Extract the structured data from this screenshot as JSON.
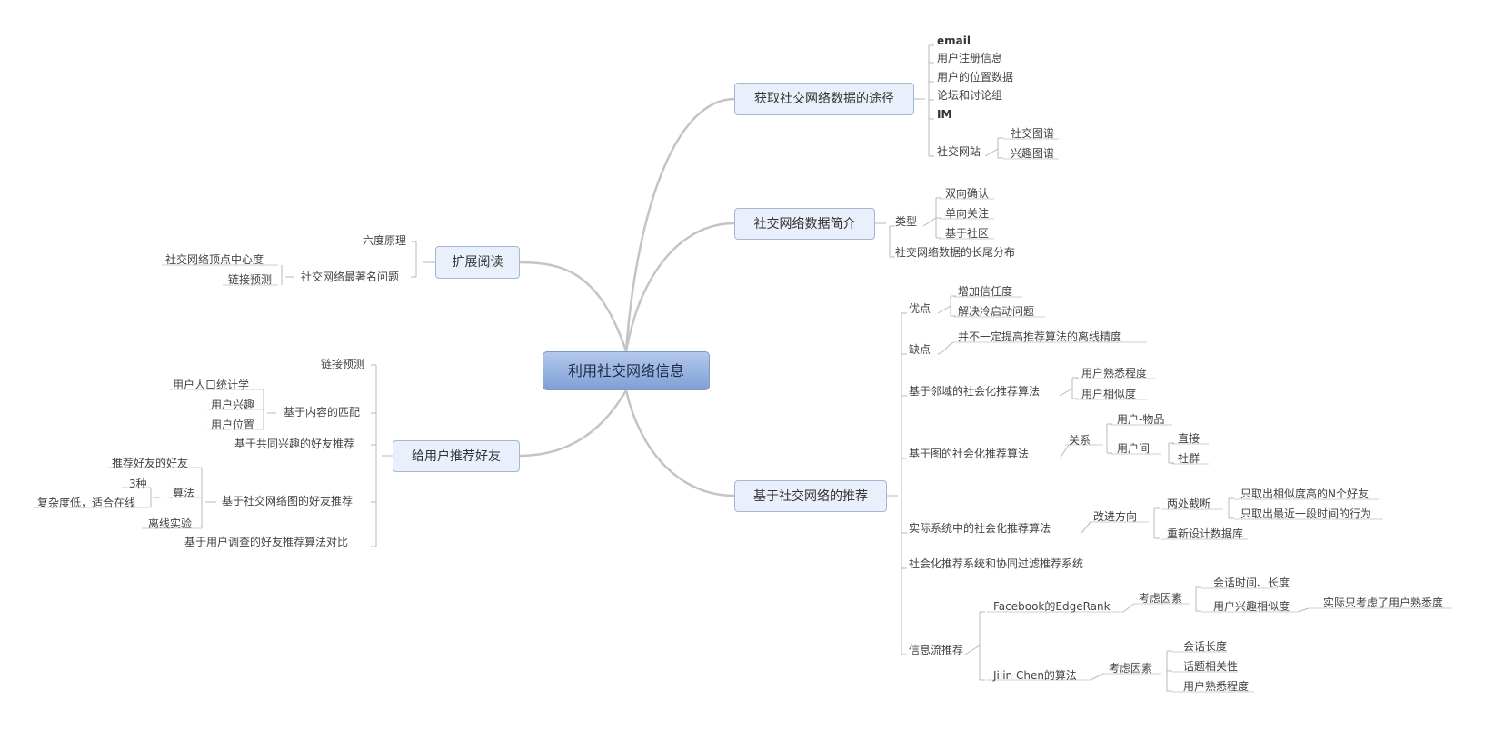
{
  "title": "利用社交网络信息",
  "branches": {
    "access": {
      "label": "获取社交网络数据的途径",
      "items": [
        "email",
        "用户注册信息",
        "用户的位置数据",
        "论坛和讨论组",
        "IM",
        "社交网站"
      ],
      "social_site_children": [
        "社交图谱",
        "兴趣图谱"
      ]
    },
    "intro": {
      "label": "社交网络数据简介",
      "type_label": "类型",
      "types": [
        "双向确认",
        "单向关注",
        "基于社区"
      ],
      "longtail": "社交网络数据的长尾分布"
    },
    "recommend": {
      "label": "基于社交网络的推荐",
      "pros": {
        "label": "优点",
        "items": [
          "增加信任度",
          "解决冷启动问题"
        ]
      },
      "cons": {
        "label": "缺点",
        "items": [
          "并不一定提高推荐算法的离线精度"
        ]
      },
      "neighborhood": {
        "label": "基于邻域的社会化推荐算法",
        "items": [
          "用户熟悉程度",
          "用户相似度"
        ]
      },
      "graph": {
        "label": "基于图的社会化推荐算法",
        "relation": "关系",
        "user_item": "用户-物品",
        "user_user": "用户间",
        "user_user_children": [
          "直接",
          "社群"
        ]
      },
      "realsys": {
        "label": "实际系统中的社会化推荐算法",
        "improve": "改进方向",
        "cut": "两处截断",
        "cut_children": [
          "只取出相似度高的N个好友",
          "只取出最近一段时间的行为"
        ],
        "redesign": "重新设计数据库"
      },
      "cf": "社会化推荐系统和协同过滤推荐系统",
      "feed": {
        "label": "信息流推荐",
        "fb": {
          "label": "Facebook的EdgeRank",
          "factors": "考虑因素",
          "items": [
            "会话时间、长度",
            "用户兴趣相似度"
          ],
          "note": "实际只考虑了用户熟悉度"
        },
        "jc": {
          "label": "Jilin Chen的算法",
          "factors": "考虑因素",
          "items": [
            "会话长度",
            "话题相关性",
            "用户熟悉程度"
          ]
        }
      }
    },
    "reading": {
      "label": "扩展阅读",
      "six": "六度原理",
      "famous": "社交网络最著名问题",
      "famous_children": [
        "社交网络顶点中心度",
        "链接预测"
      ]
    },
    "friends": {
      "label": "给用户推荐好友",
      "link": "链接预测",
      "content": "基于内容的匹配",
      "content_children": [
        "用户人口统计学",
        "用户兴趣",
        "用户位置"
      ],
      "common": "基于共同兴趣的好友推荐",
      "graph": "基于社交网络图的好友推荐",
      "graph_children": {
        "fof": "推荐好友的好友",
        "algo": "算法",
        "algo_children": [
          "3种",
          "复杂度低，适合在线"
        ],
        "offline": "离线实验"
      },
      "survey": "基于用户调查的好友推荐算法对比"
    }
  }
}
